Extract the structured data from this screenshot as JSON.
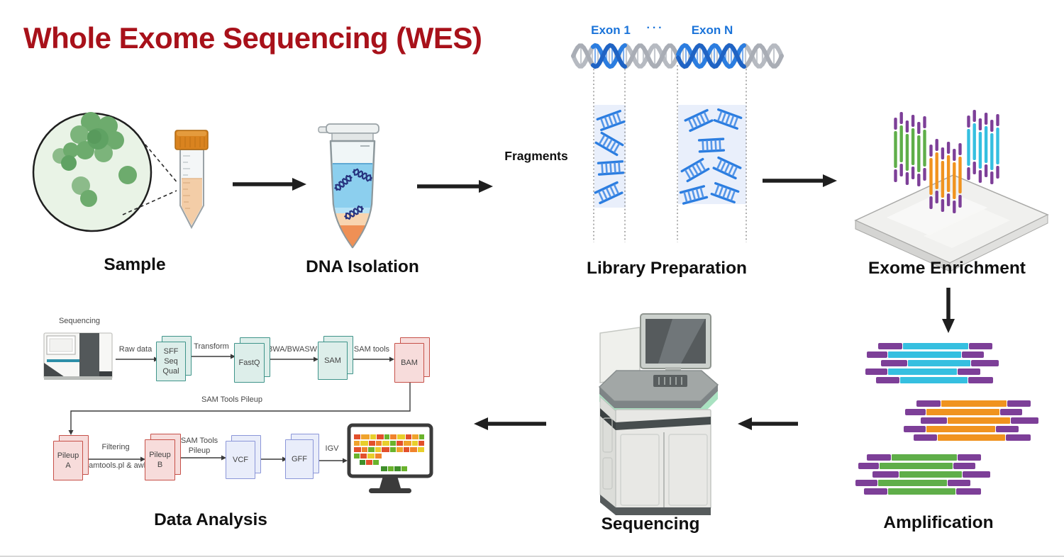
{
  "title": "Whole Exome Sequencing (WES)",
  "colors": {
    "title_red": "#A8111A",
    "exon_blue": "#1A73D9",
    "fragment_blue": "#2B7DE0",
    "purple": "#7D3F98",
    "green_strand": "#5FAE49",
    "orange_strand": "#F0931F",
    "cyan_strand": "#35BFE0",
    "teal_doc": "#3F948A",
    "pink_doc": "#C65048",
    "lavender_doc": "#8B96D8",
    "arrow_black": "#1F1F1F"
  },
  "steps": {
    "sample": {
      "label": "Sample"
    },
    "dna_isolation": {
      "label": "DNA Isolation"
    },
    "library_preparation": {
      "label": "Library Preparation",
      "exon_first": "Exon 1",
      "exon_dots": "···",
      "exon_last": "Exon N",
      "fragments_label": "Fragments"
    },
    "exome_enrichment": {
      "label": "Exome Enrichment"
    },
    "amplification": {
      "label": "Amplification"
    },
    "sequencing": {
      "label": "Sequencing"
    },
    "data_analysis": {
      "label": "Data Analysis"
    }
  },
  "pipeline": {
    "sequencer_label": "Sequencing",
    "nodes": {
      "sff": "SFF\nSeq\nQual",
      "fastq": "FastQ",
      "sam": "SAM",
      "bam": "BAM",
      "pileup_a": "Pileup\nA",
      "pileup_b": "Pileup\nB",
      "vcf": "VCF",
      "gff": "GFF"
    },
    "edges": {
      "raw_data": "Raw data",
      "transform": "Transform",
      "bwa": "BWA/BWASW",
      "sam_tools": "SAM tools",
      "sam_tools_pileup_long": "SAM Tools Pileup",
      "filtering": "Filtering",
      "samtools_awk": "Samtools.pl & awk",
      "sam_tools_pileup": "SAM Tools\nPileup",
      "igv": "IGV"
    }
  }
}
